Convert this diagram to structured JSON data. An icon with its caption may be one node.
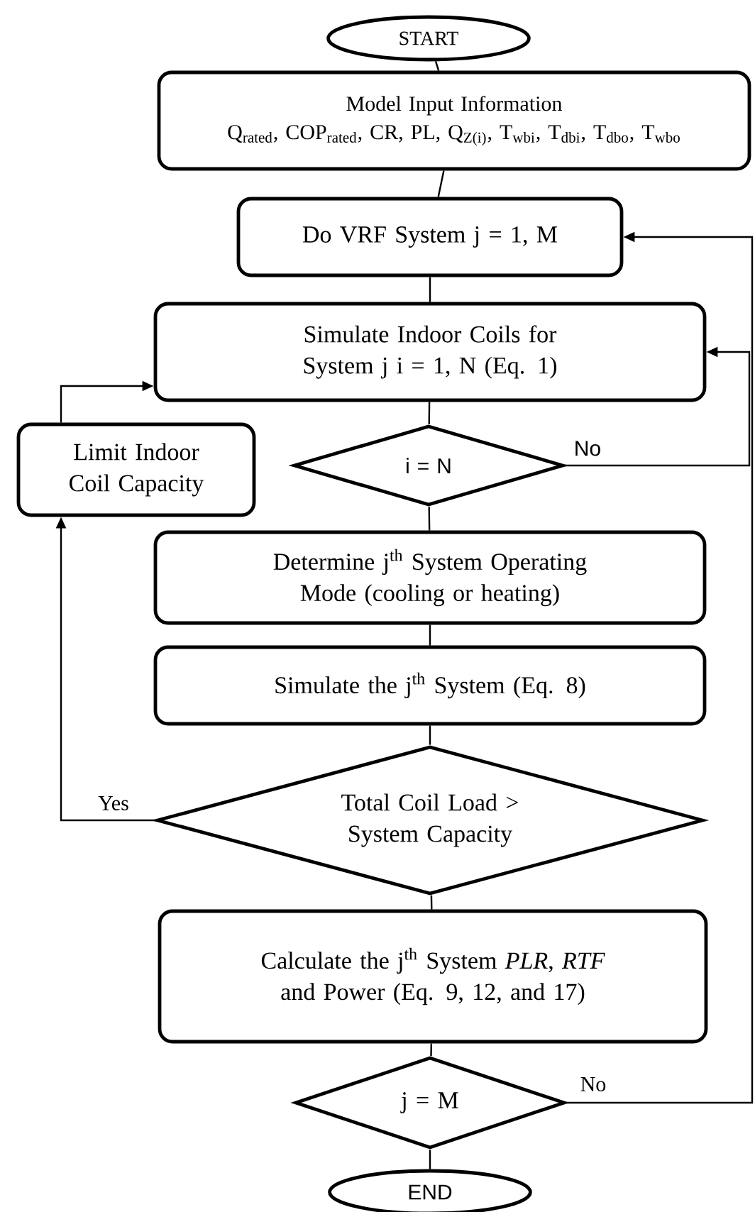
{
  "diagram": {
    "nodes": [
      {
        "text": [
          "START"
        ]
      },
      {
        "text": [
          "Model Input Information",
          "Q$_{rated}$, COP$_{rated}$, CR, PL, Q$_{Z(i)}$, T$_{wbi}$, T$_{dbi}$, T$_{dbo}$, T$_{wbo}$"
        ]
      },
      {
        "text": [
          "Do VRF System j = 1, M"
        ]
      },
      {
        "text": [
          "Simulate Indoor Coils for System j i = 1, N (Eq. 1)"
        ]
      },
      {
        "text": [
          "i = N"
        ]
      },
      {
        "text": [
          "Limit Indoor Coil Capacity"
        ]
      },
      {
        "text": [
          "Determine j$^{th}$ System Operating Mode (cooling or heating)"
        ]
      },
      {
        "text": [
          "Simulate the j$^{th}$ System (Eq. 8)"
        ]
      },
      {
        "text": [
          "Total Coil Load > System Capacity"
        ]
      },
      {
        "text": [
          "Calculate the j$^{th}$ System *PLR*, *RTF* and Power (Eq. 9, 12, and 17)"
        ]
      },
      {
        "text": [
          "j = M"
        ]
      },
      {
        "text": [
          "END"
        ]
      }
    ],
    "edges": [
      {
        "from": 0,
        "to": 1,
        "arrow": "none"
      },
      {
        "from": 1,
        "to": 2,
        "arrow": "none"
      },
      {
        "from": 2,
        "to": 3,
        "arrow": "none"
      },
      {
        "from": 3,
        "to": 4,
        "arrow": "none"
      },
      {
        "from": 4,
        "to": 3,
        "arrow": "to",
        "label": "No"
      },
      {
        "from": 4,
        "to": 6,
        "arrow": "none"
      },
      {
        "from": 6,
        "to": 7,
        "arrow": "none"
      },
      {
        "from": 7,
        "to": 8,
        "arrow": "none"
      },
      {
        "from": 8,
        "to": 5,
        "arrow": "to",
        "label": "Yes"
      },
      {
        "from": 5,
        "to": 3,
        "arrow": "to"
      },
      {
        "from": 8,
        "to": 9,
        "arrow": "none"
      },
      {
        "from": 9,
        "to": 10,
        "arrow": "none"
      },
      {
        "from": 10,
        "to": 2,
        "arrow": "to",
        "label": "No"
      },
      {
        "from": 10,
        "to": 11,
        "arrow": "none"
      }
    ]
  }
}
